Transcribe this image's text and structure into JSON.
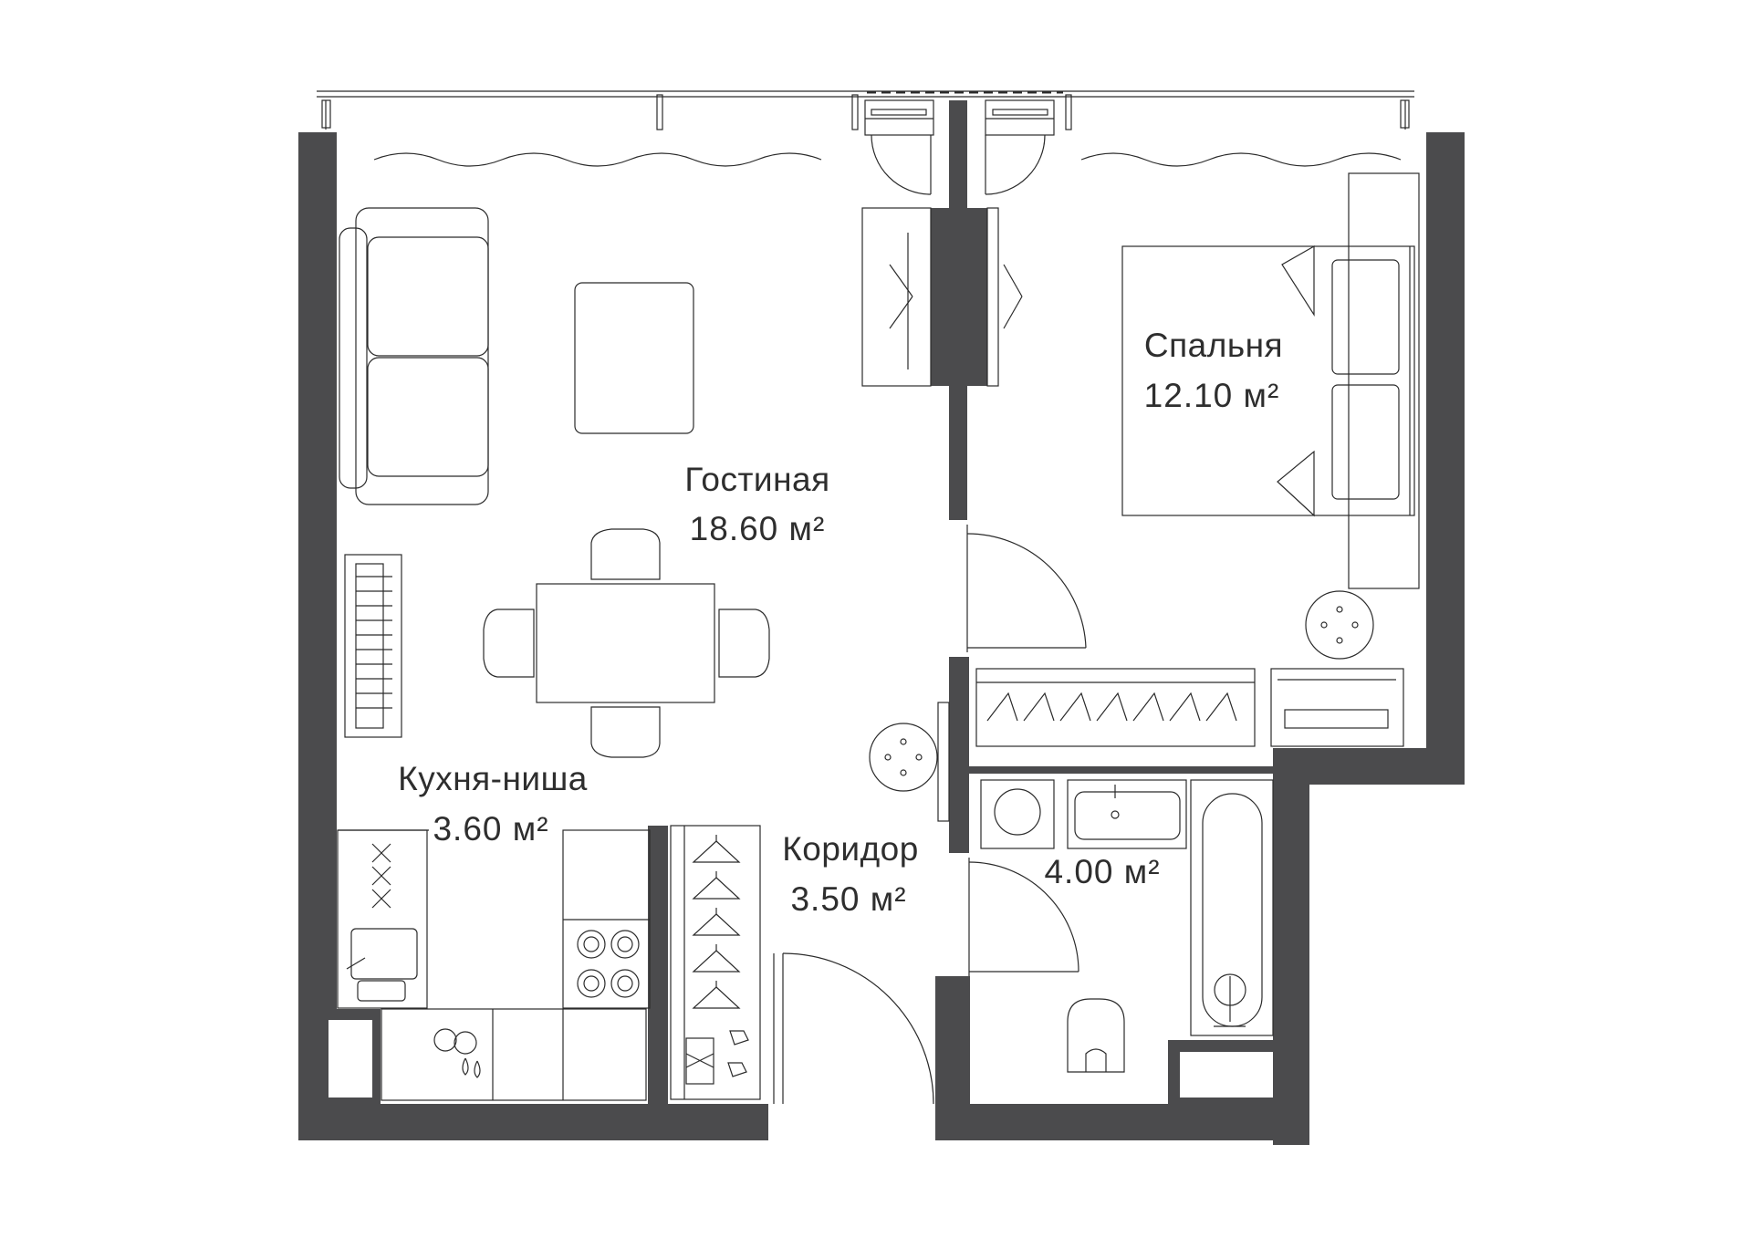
{
  "plan": {
    "rooms": [
      {
        "id": "living",
        "name": "Гостиная",
        "area": "18.60 м²"
      },
      {
        "id": "bedroom",
        "name": "Спальня",
        "area": "12.10 м²"
      },
      {
        "id": "kitchen",
        "name": "Кухня-ниша",
        "area": "3.60 м²"
      },
      {
        "id": "corridor",
        "name": "Коридор",
        "area": "3.50 м²"
      },
      {
        "id": "bathroom",
        "name": "",
        "area": "4.00 м²"
      }
    ],
    "colors": {
      "wall": "#4b4b4d",
      "line": "#2b2b2b",
      "background": "#ffffff"
    }
  }
}
